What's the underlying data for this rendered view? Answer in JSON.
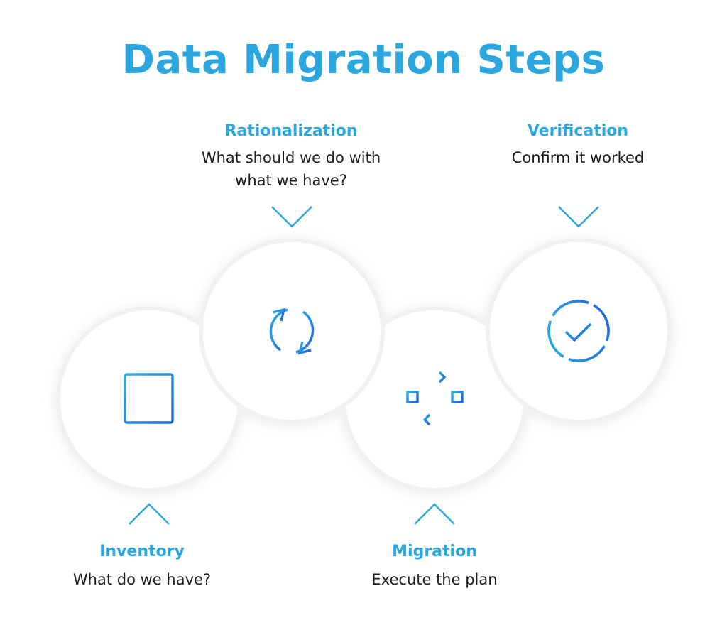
{
  "title": "Data Migration Steps",
  "steps": [
    {
      "label": "Inventory",
      "description": "What do we have?",
      "icon": "server-list-icon",
      "pointer": "up"
    },
    {
      "label": "Rationalization",
      "description_lines": [
        "What should we do with",
        "what we have?"
      ],
      "icon": "refresh-cycle-icon",
      "pointer": "down"
    },
    {
      "label": "Migration",
      "description": "Execute the plan",
      "icon": "transfer-arrows-icon",
      "pointer": "up"
    },
    {
      "label": "Verification",
      "description": "Confirm it worked",
      "icon": "check-circle-icon",
      "pointer": "down"
    }
  ],
  "colors": {
    "accent": "#2ba6de",
    "icon_gradient_start": "#27b3e6",
    "icon_gradient_end": "#1f5fe0",
    "text": "#1d1d1f",
    "circle_fill": "#ffffff",
    "circle_shadow": "#ececec"
  }
}
